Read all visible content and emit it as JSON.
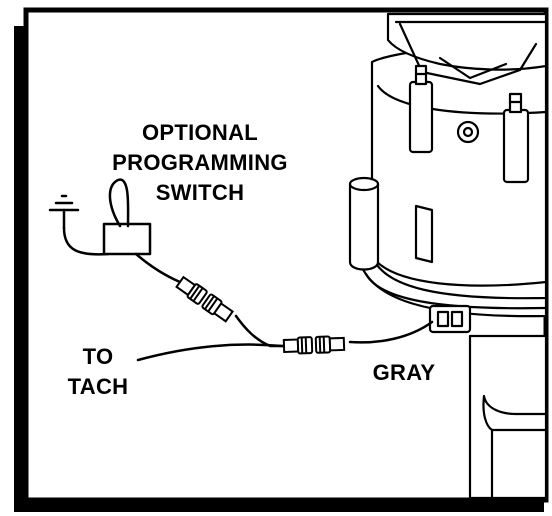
{
  "labels": {
    "switch_line1": "OPTIONAL",
    "switch_line2": "PROGRAMMING",
    "switch_line3": "SWITCH",
    "tach_line1": "TO",
    "tach_line2": "TACH",
    "gray": "GRAY"
  },
  "colors": {
    "ink": "#000000",
    "paper": "#ffffff"
  }
}
